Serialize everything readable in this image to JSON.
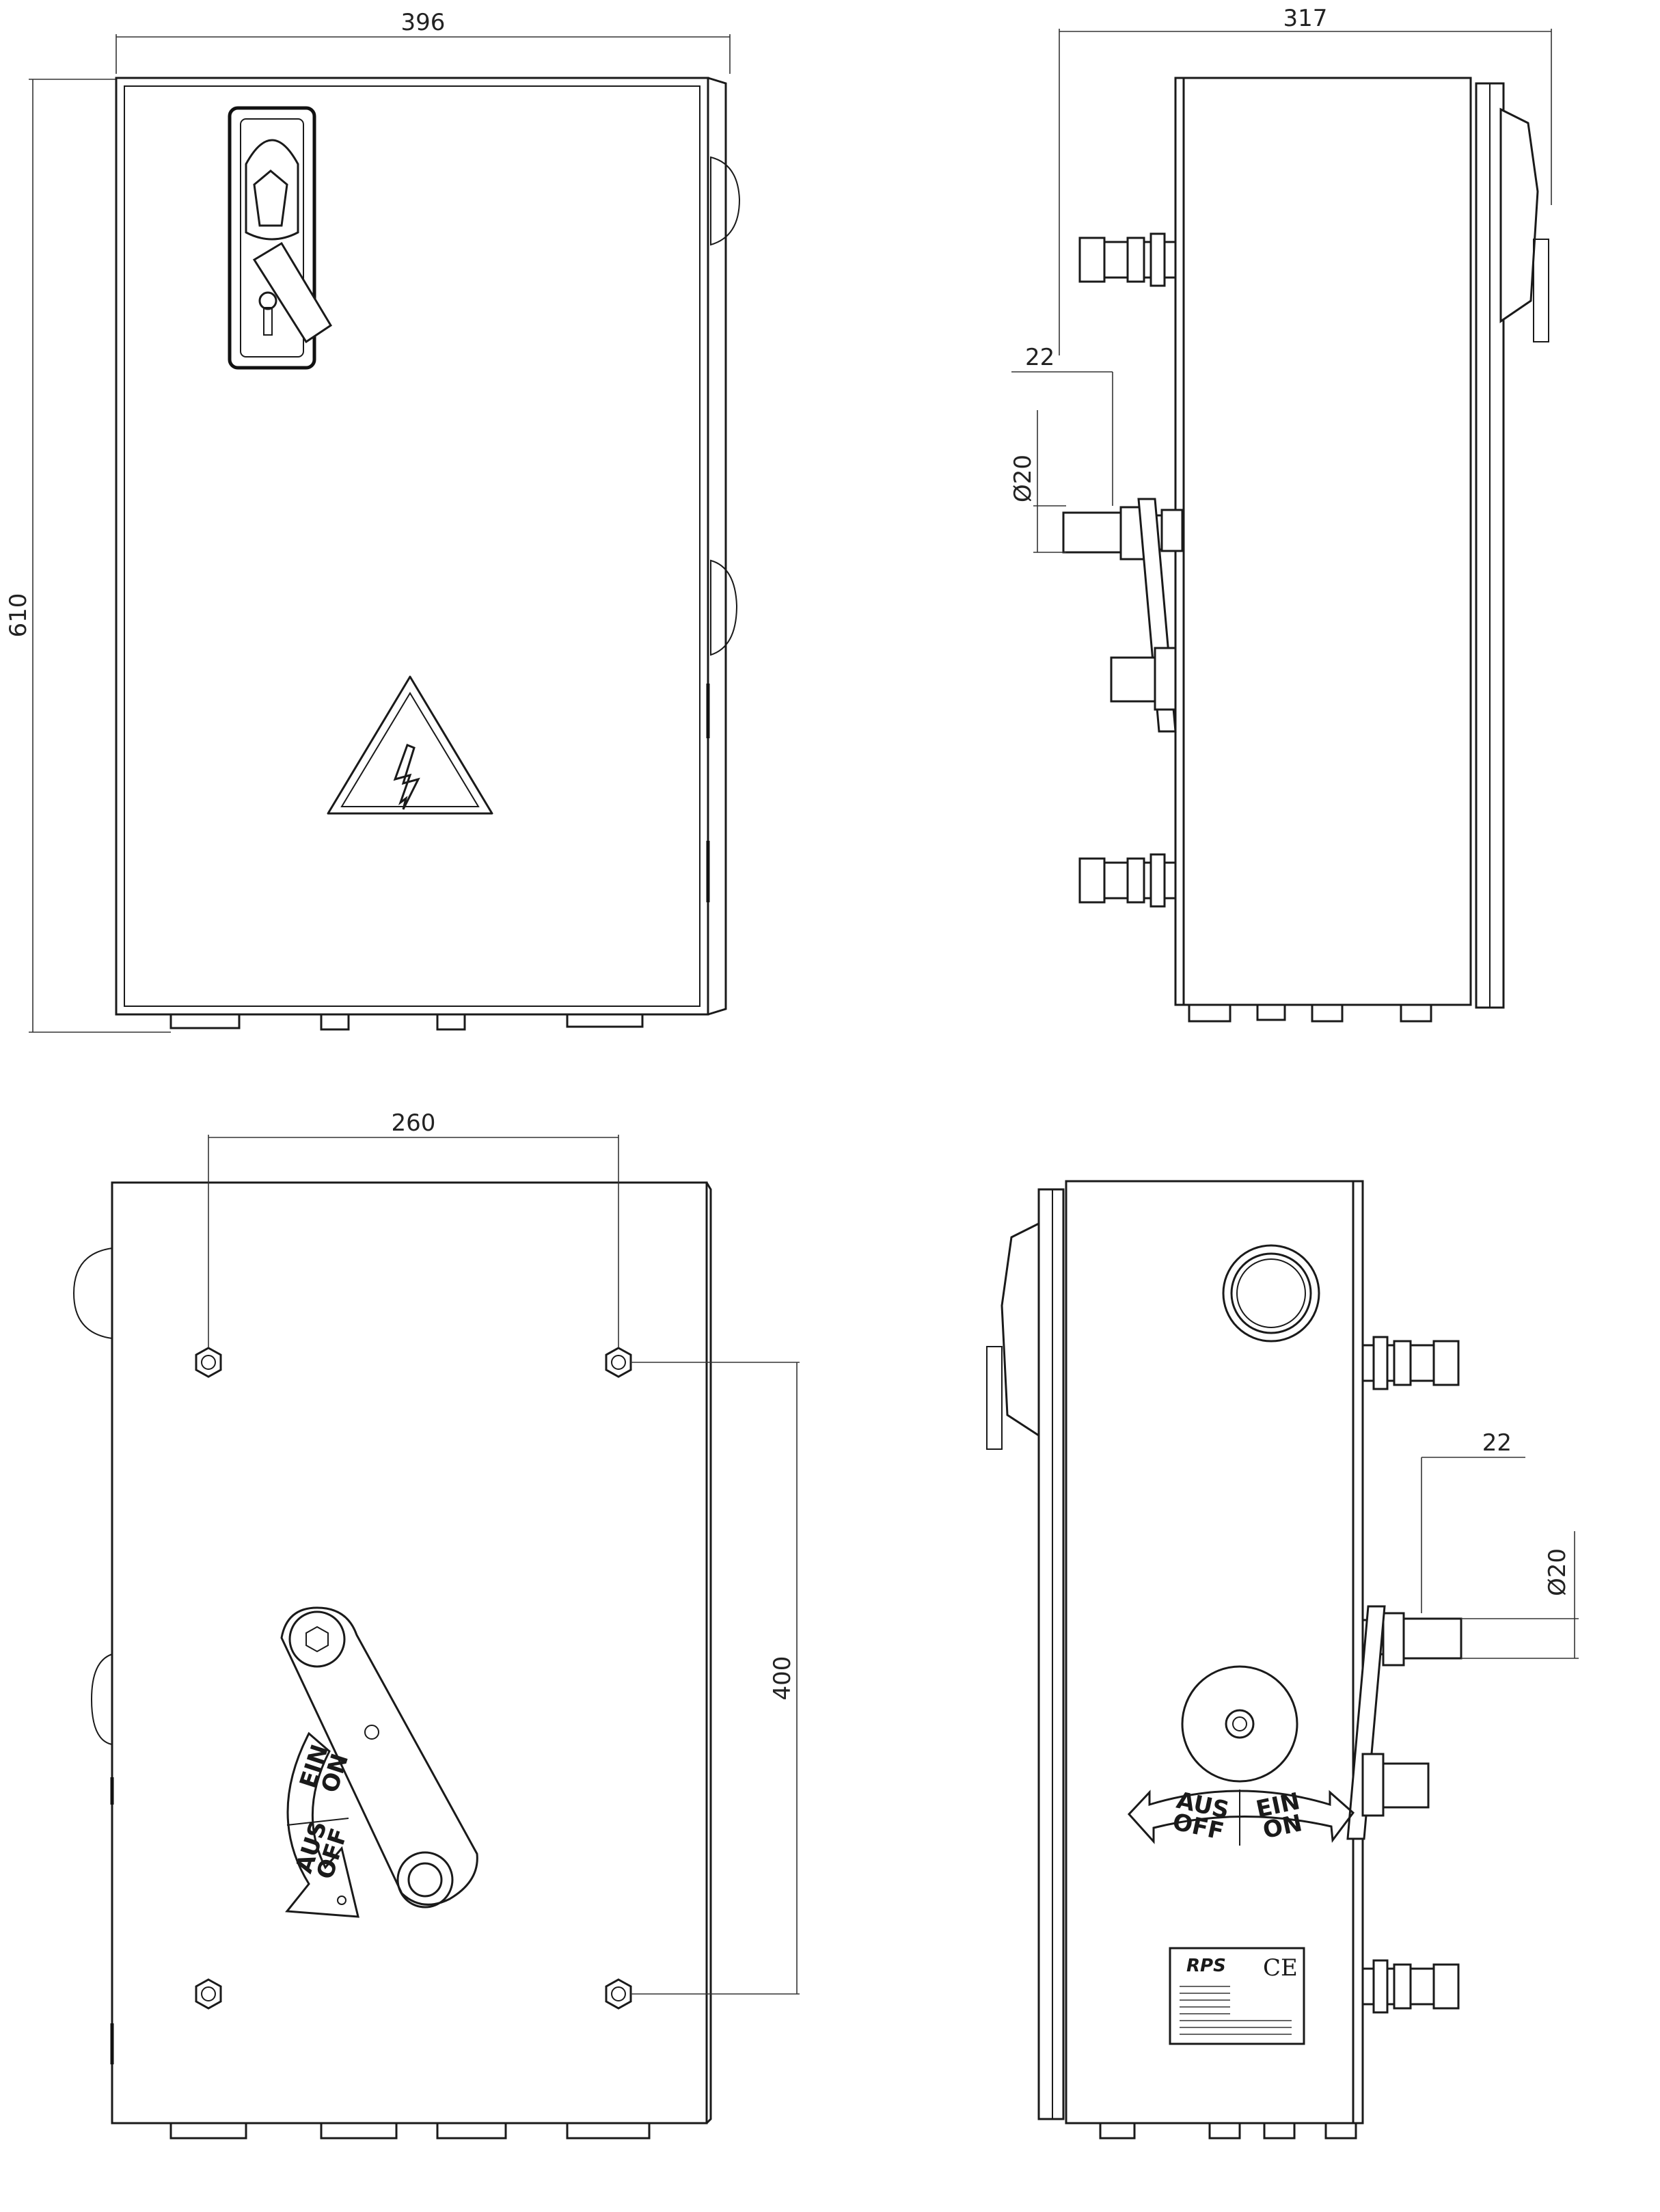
{
  "views": {
    "front": {
      "dim_width": "396",
      "dim_height": "610"
    },
    "side_right": {
      "dim_depth": "317",
      "dim_handle_length": "22",
      "dim_handle_diameter": "Ø20"
    },
    "back": {
      "dim_hole_spacing_h": "260",
      "dim_hole_spacing_v": "400",
      "switch_label_ein": "EIN",
      "switch_label_on": "ON",
      "switch_label_aus": "AUS",
      "switch_label_off": "OFF"
    },
    "side_left": {
      "dim_handle_length": "22",
      "dim_handle_diameter": "Ø20",
      "switch_label_aus": "AUS",
      "switch_label_off": "OFF",
      "switch_label_ein": "EIN",
      "switch_label_on": "ON",
      "nameplate_logo": "RPS",
      "nameplate_mark": "CE"
    }
  }
}
